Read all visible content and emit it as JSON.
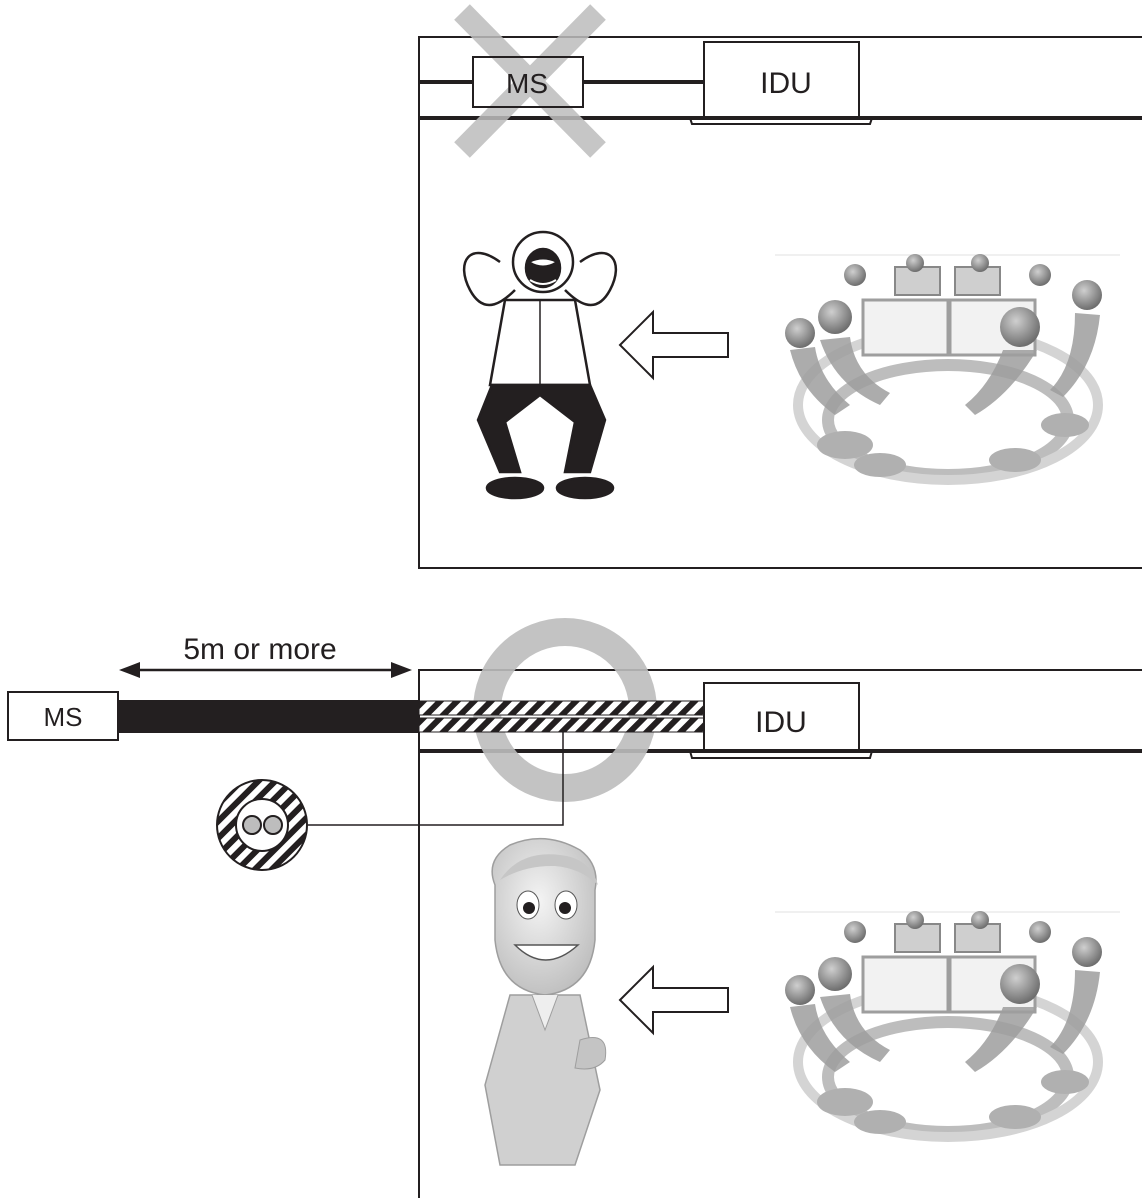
{
  "top_panel": {
    "ms_label": "MS",
    "idu_label": "IDU",
    "status_mark": "cross-mark",
    "status_color": "#bdbdbd"
  },
  "bottom_panel": {
    "ms_label": "MS",
    "idu_label": "IDU",
    "distance_label": "5m or more",
    "status_mark": "circle-mark",
    "status_color": "#bdbdbd"
  },
  "colors": {
    "line": "#231f20",
    "figure": "#9e9e9e",
    "figure_light": "#d4d4d4"
  }
}
